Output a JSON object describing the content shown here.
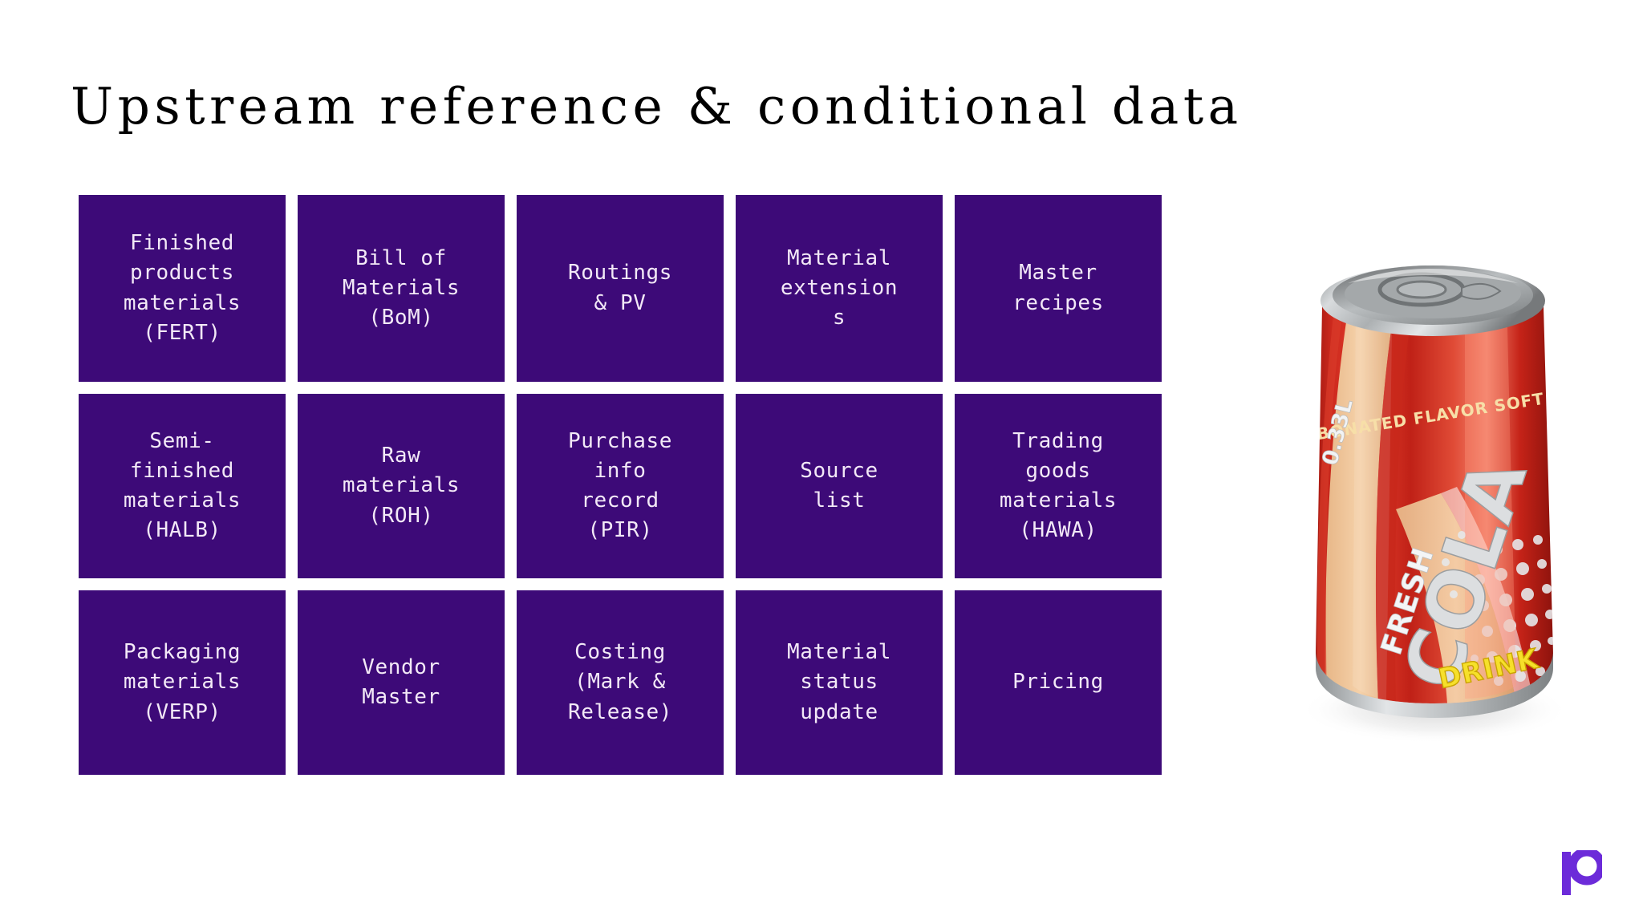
{
  "slide": {
    "title": "Upstream reference & conditional data",
    "title_color": "#000000",
    "background_color": "#ffffff",
    "tile_color": "#3D0A78",
    "tile_text_color": "#F3E9F7"
  },
  "grid": {
    "columns": 5,
    "rows": 3,
    "tiles": [
      {
        "id": "finished-products-materials-fert",
        "label": "Finished\nproducts\nmaterials\n(FERT)"
      },
      {
        "id": "bill-of-materials-bom",
        "label": "Bill of\nMaterials\n(BoM)"
      },
      {
        "id": "routings-and-pv",
        "label": "Routings\n& PV"
      },
      {
        "id": "material-extensions",
        "label": "Material\nextension\ns"
      },
      {
        "id": "master-recipes",
        "label": "Master\nrecipes"
      },
      {
        "id": "semi-finished-materials-halb",
        "label": "Semi-\nfinished\nmaterials\n(HALB)"
      },
      {
        "id": "raw-materials-roh",
        "label": "Raw\nmaterials\n(ROH)"
      },
      {
        "id": "purchase-info-record-pir",
        "label": "Purchase\ninfo\nrecord\n(PIR)"
      },
      {
        "id": "source-list",
        "label": "Source\nlist"
      },
      {
        "id": "trading-goods-materials-hawa",
        "label": "Trading\ngoods\nmaterials\n(HAWA)"
      },
      {
        "id": "packaging-materials-verp",
        "label": "Packaging\nmaterials\n(VERP)"
      },
      {
        "id": "vendor-master",
        "label": "Vendor\nMaster"
      },
      {
        "id": "costing-mark-and-release",
        "label": "Costing\n(Mark &\nRelease)"
      },
      {
        "id": "material-status-update",
        "label": "Material\nstatus\nupdate"
      },
      {
        "id": "pricing",
        "label": "Pricing"
      }
    ]
  },
  "illustration": {
    "name": "cola-can-image",
    "alt": "Red aluminium cola soft drink can",
    "can_text": {
      "volume": "0.33L",
      "tagline": "CARBONATED FLAVOR SOFT DRINK",
      "fresh": "FRESH",
      "brand": "COLA",
      "drink": "DRINK"
    },
    "colors": {
      "body_red": "#D62A1E",
      "body_red_dark": "#9B1710",
      "highlight": "#F47A63",
      "cream": "#F0C89A",
      "metal": "#C9CCCE",
      "metal_dark": "#8D9193",
      "yellow": "#F6E02A",
      "cream_text": "#F7DFA8"
    }
  },
  "brand": {
    "name": "patreon-logo",
    "letter": "P",
    "color": "#6C2BD9"
  }
}
